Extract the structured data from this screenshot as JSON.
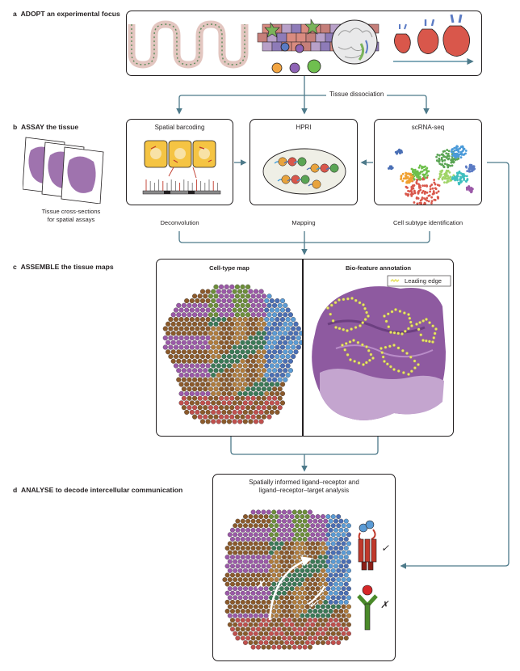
{
  "sections": {
    "a": {
      "letter": "a",
      "title": "ADOPT an experimental focus"
    },
    "b": {
      "letter": "b",
      "title": "ASSAY the tissue"
    },
    "c": {
      "letter": "c",
      "title": "ASSEMBLE the tissue maps"
    },
    "d": {
      "letter": "d",
      "title": "ANALYSE to decode intercellular communication"
    }
  },
  "flow": {
    "tissue_dissociation": "Tissue dissociation"
  },
  "assay": {
    "slides_caption_line1": "Tissue cross-sections",
    "slides_caption_line2": "for spatial assays",
    "spatial_barcoding": "Spatial barcoding",
    "hpri": "HPRI",
    "scrnaseq": "scRNA-seq",
    "deconvolution": "Deconvolution",
    "mapping": "Mapping",
    "cell_subtype": "Cell subtype identification"
  },
  "maps": {
    "cell_type_map": "Cell-type map",
    "bio_feature": "Bio-feature annotation",
    "legend_leading_edge": "Leading edge"
  },
  "analyse": {
    "title_line1": "Spatially informed ligand–receptor and",
    "title_line2": "ligand–receptor–target analysis",
    "check_mark": "✓",
    "cross_mark": "✗"
  },
  "colors": {
    "arrow": "#4d7a8a",
    "cluster_palette": [
      "#8b5a2b",
      "#3b7a57",
      "#4a6fb5",
      "#9b59a8",
      "#c0504d",
      "#6d8f3a",
      "#5b9bd5",
      "#b07c3c",
      "#d46a9a"
    ],
    "tissue_purple": "#8e5aa0",
    "leading_edge": "#e8e36a"
  }
}
